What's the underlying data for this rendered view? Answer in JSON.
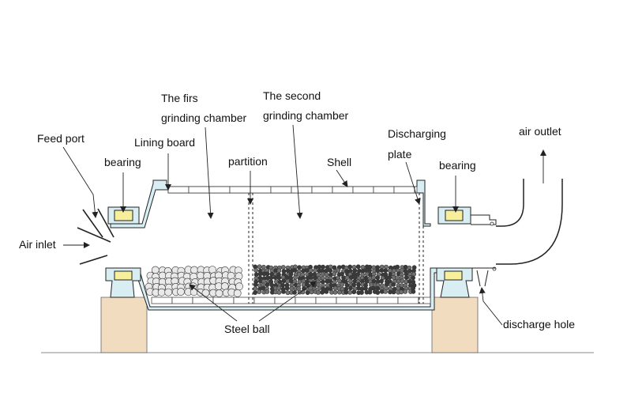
{
  "labels": {
    "first_chamber_line1": "The firs",
    "first_chamber_line2": "grinding chamber",
    "second_chamber_line1": "The second",
    "second_chamber_line2": "grinding chamber",
    "discharging_plate_line1": "Discharging",
    "discharging_plate_line2": "plate",
    "air_outlet": "air outlet",
    "feed_port": "Feed port",
    "lining_board": "Lining board",
    "bearing_left": "bearing",
    "bearing_right": "bearing",
    "partition": "partition",
    "shell": "Shell",
    "air_inlet": "Air inlet",
    "steel_ball": "Steel ball",
    "discharge_hole": "discharge hole"
  },
  "colors": {
    "shell_fill": "#d8eef2",
    "bearing_block": "#f7ef9c",
    "pedestal": "#f2dcc0",
    "ball_light": "#e9e9e9",
    "ball_dark": "#444444",
    "line": "#222222"
  }
}
